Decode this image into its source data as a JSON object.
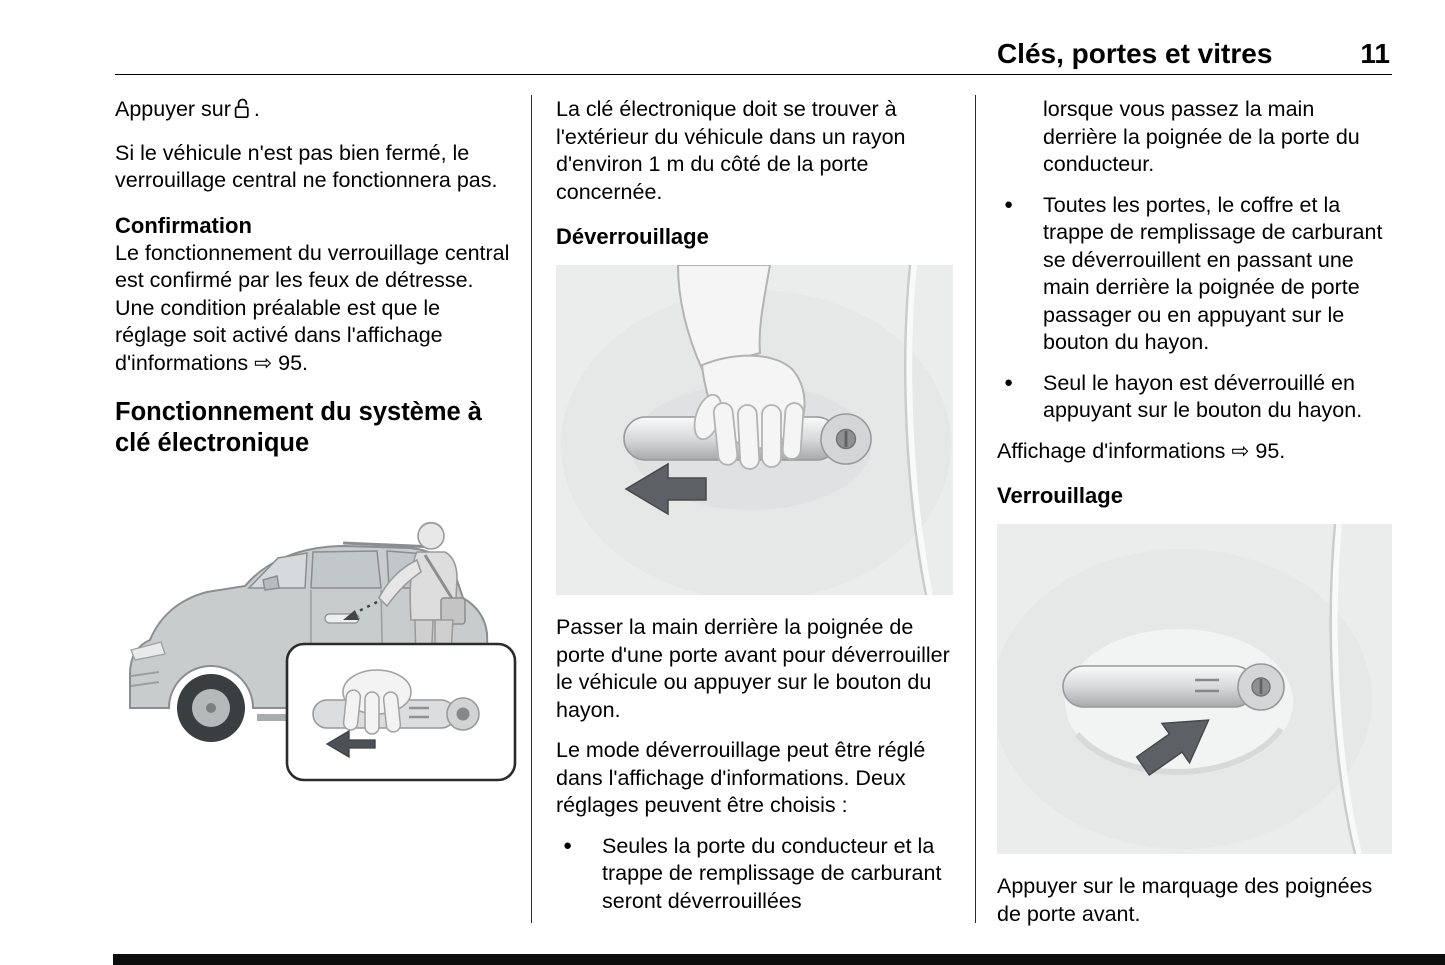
{
  "header": {
    "title": "Clés, portes et vitres",
    "page_number": "11"
  },
  "icons": {
    "unlock_icon": "unlock-icon",
    "reference_arrow": "⇨"
  },
  "col1": {
    "para_action_prefix": "Appuyer sur",
    "para_action_suffix": ".",
    "para_warning": "Si le véhicule n'est pas bien fermé, le verrouillage central ne fonctionnera pas.",
    "heading_confirmation": "Confirmation",
    "para_confirmation": "Le fonctionnement du verrouillage central est confirmé par les feux de détresse. Une condition préalable est que le réglage soit activé dans l'affichage d'informations ⇨ 95.",
    "heading_keyless": "Fonctionnement du système à clé électronique"
  },
  "col2": {
    "para_range": "La clé électronique doit se trouver à l'extérieur du véhicule dans un rayon d'environ 1 m du côté de la porte concernée.",
    "heading_unlock": "Déverrouillage",
    "para_unlock1": "Passer la main derrière la poignée de porte d'une porte avant pour déverrouiller le véhicule ou appuyer sur le bouton du hayon.",
    "para_unlock2": "Le mode déverrouillage peut être réglé dans l'affichage d'informations. Deux réglages peuvent être choisis :",
    "bullet_driver_door": "Seules la porte du conducteur et la trappe de remplissage de carburant seront déverrouillées"
  },
  "col3": {
    "para_continuation": "lorsque vous passez la main derrière la poignée de la porte du conducteur.",
    "bullet_all_doors": "Toutes les portes, le coffre et la trappe de remplissage de carburant se déverrouillent en passant une main derrière la poignée de porte passager ou en appuyant sur le bouton du hayon.",
    "bullet_tailgate": "Seul le hayon est déverrouillé en appuyant sur le bouton du hayon.",
    "para_info_display": "Affichage d'informations ⇨ 95.",
    "heading_lock": "Verrouillage",
    "para_lock": "Appuyer sur le marquage des poignées de porte avant."
  }
}
